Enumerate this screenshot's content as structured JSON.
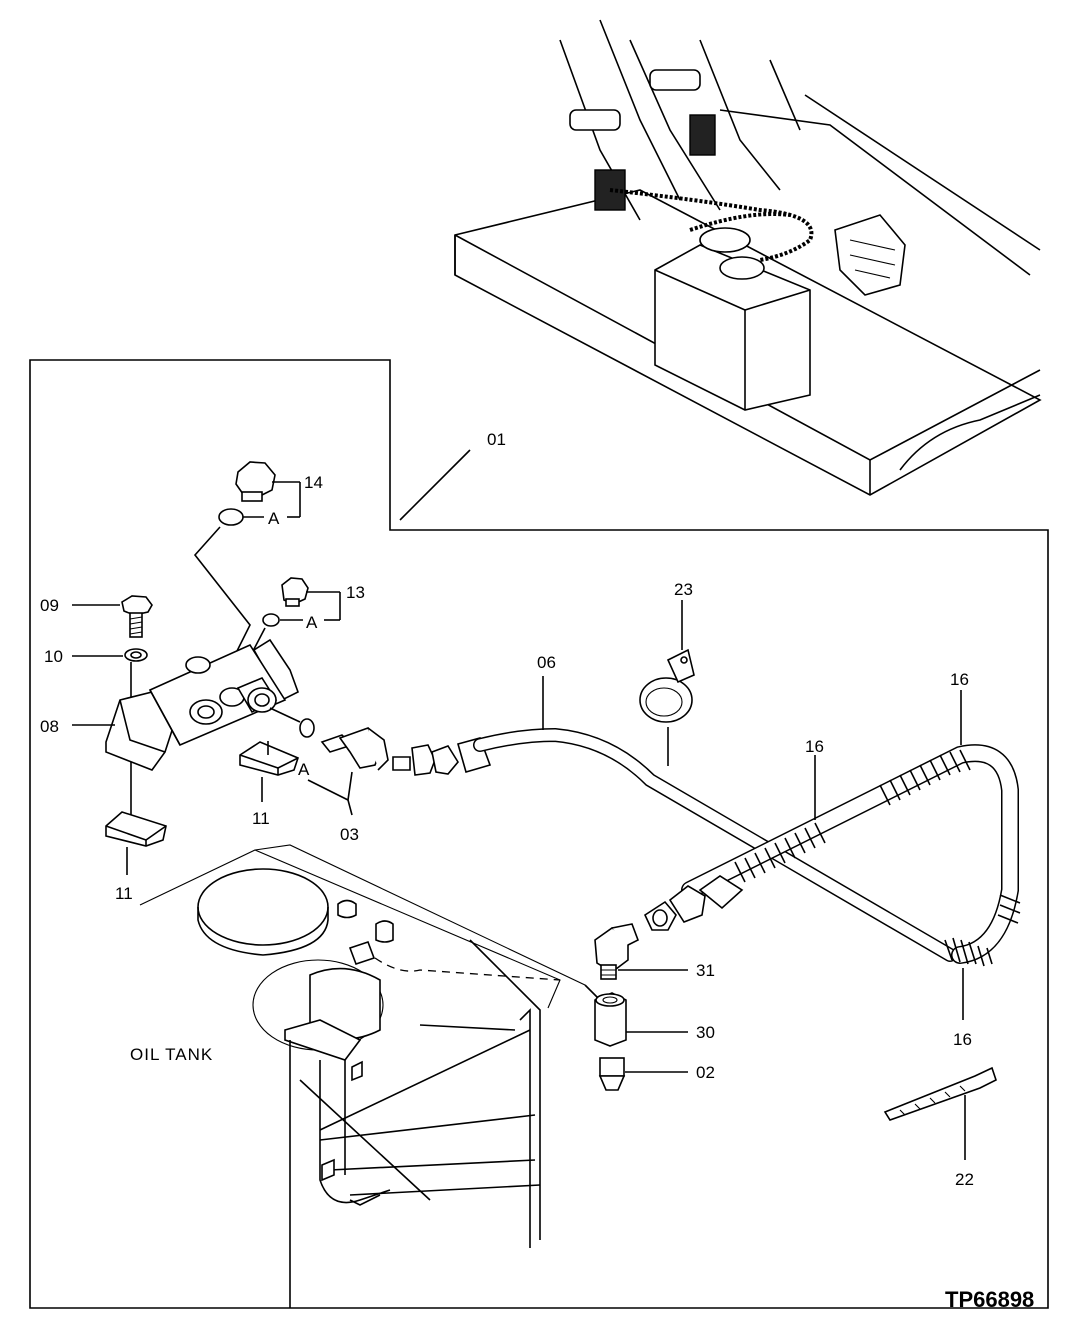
{
  "drawing_id": "TP66898",
  "oil_tank_label": "OIL TANK",
  "callouts": {
    "c01": "01",
    "c02": "02",
    "c03": "03",
    "c06": "06",
    "c08": "08",
    "c09": "09",
    "c10": "10",
    "c11": "11",
    "c13": "13",
    "c14": "14",
    "c16": "16",
    "c22": "22",
    "c23": "23",
    "c30": "30",
    "c31": "31"
  },
  "section_marks": {
    "a": "A"
  }
}
